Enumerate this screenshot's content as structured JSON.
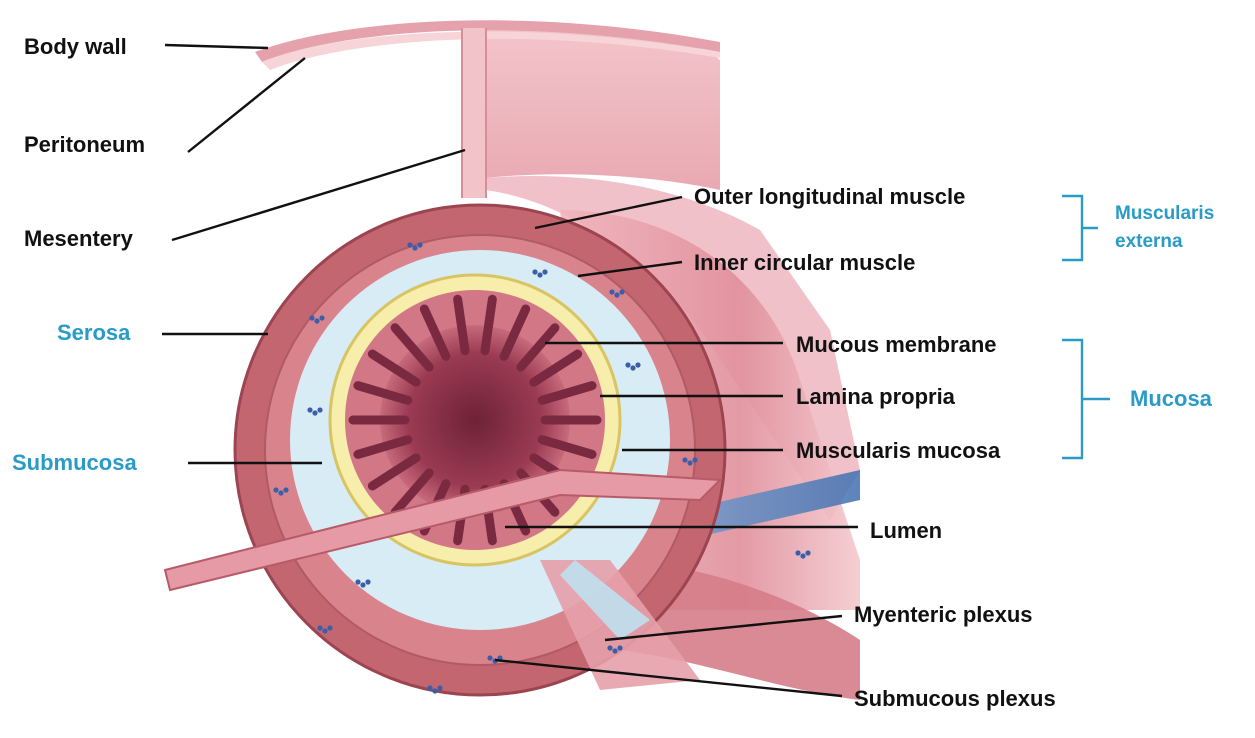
{
  "colors": {
    "label_text": "#111111",
    "group_label": "#2a9bc6",
    "muscle": "#c4666f",
    "submucosa": "#d8ecf5",
    "mucosa_yellow": "#f6eeaa",
    "lumen": "#8a3046"
  },
  "labels": {
    "body_wall": "Body wall",
    "peritoneum": "Peritoneum",
    "mesentery": "Mesentery",
    "serosa": "Serosa",
    "submucosa": "Submucosa",
    "outer_longitudinal_muscle": "Outer longitudinal muscle",
    "inner_circular_muscle": "Inner circular muscle",
    "muscularis_externa_line1": "Muscularis",
    "muscularis_externa_line2": "externa",
    "mucous_membrane": "Mucous membrane",
    "lamina_propria": "Lamina propria",
    "muscularis_mucosa": "Muscularis mucosa",
    "mucosa": "Mucosa",
    "lumen": "Lumen",
    "myenteric_plexus": "Myenteric plexus",
    "submucous_plexus": "Submucous plexus"
  }
}
